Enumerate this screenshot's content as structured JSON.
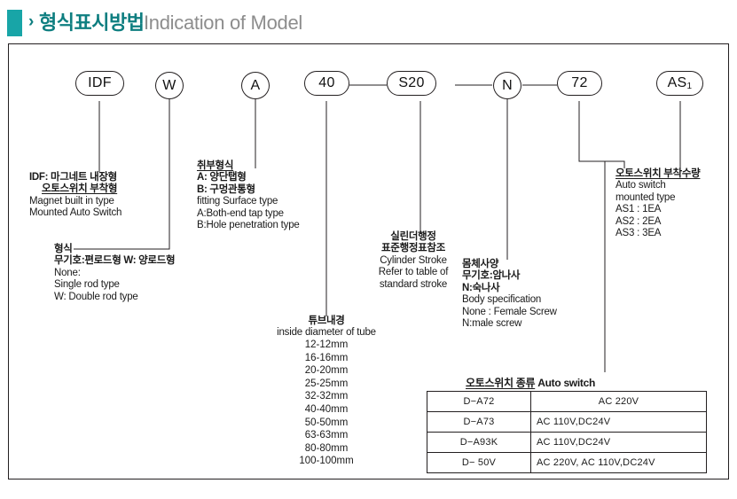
{
  "header": {
    "chevron": "›",
    "title_ko": "형식표시방법",
    "title_en": "Indication of Model",
    "accent_color": "#18A5A7",
    "title_color": "#0E7E80",
    "subtitle_color": "#8D8D8D"
  },
  "codes": [
    {
      "label": "IDF",
      "shape": "wide"
    },
    {
      "label": "W",
      "shape": "round"
    },
    {
      "label": "A",
      "shape": "round"
    },
    {
      "label": "40",
      "shape": "wide"
    },
    {
      "label": "S20",
      "shape": "wide"
    },
    {
      "label": "N",
      "shape": "round"
    },
    {
      "label": "72",
      "shape": "wide"
    },
    {
      "label": "AS",
      "sub": "1",
      "shape": "wide"
    }
  ],
  "blocks": {
    "idf": {
      "line1": "IDF: 마그네트 내장형",
      "line2": "오토스위치 부착형",
      "line3": "Magnet built in type",
      "line4": "Mounted Auto Switch"
    },
    "type": {
      "line1": "형식",
      "line2": "무기호:편로드형   W: 양로드형",
      "line3": "None:",
      "line4": "Single rod type",
      "line5": "W: Double rod type"
    },
    "fitting": {
      "line1": "취부형식",
      "line2": "A: 양단탭형",
      "line3": "B: 구멍관통형",
      "line4": "fitting Surface type",
      "line5": "A:Both-end tap type",
      "line6": "B:Hole penetration type"
    },
    "tube": {
      "line1": "튜브내경",
      "line2": "inside diameter of tube",
      "sizes": [
        "12-12mm",
        "16-16mm",
        "20-20mm",
        "25-25mm",
        "32-32mm",
        "40-40mm",
        "50-50mm",
        "63-63mm",
        "80-80mm",
        "100-100mm"
      ]
    },
    "stroke": {
      "line1": "실린더행정",
      "line2": "표준행정표참조",
      "line3": "Cylinder Stroke",
      "line4": "Refer to table of",
      "line5": "standard stroke"
    },
    "body": {
      "line1": "몸체사양",
      "line2": "무기호:암나사",
      "line3": "N:숙나사",
      "line4": "Body specification",
      "line5": "None : Female Screw",
      "line6": "N:male screw"
    },
    "autoswitch": {
      "line1": "오토스위치 부착수량",
      "line2": "Auto switch",
      "line3": "mounted type",
      "line4": "AS1 : 1EA",
      "line5": "AS2 : 2EA",
      "line6": "AS3 : 3EA"
    }
  },
  "switch_table": {
    "title_ko": "오토스위치 종류",
    "title_en": "Auto switch",
    "rows": [
      {
        "model": "D−A72",
        "value": "AC 220V"
      },
      {
        "model": "D−A73",
        "value": "AC 110V,DC24V"
      },
      {
        "model": "D−A93K",
        "value": "AC 110V,DC24V"
      },
      {
        "model": "D− 50V",
        "value": "AC 220V, AC 110V,DC24V"
      }
    ]
  }
}
